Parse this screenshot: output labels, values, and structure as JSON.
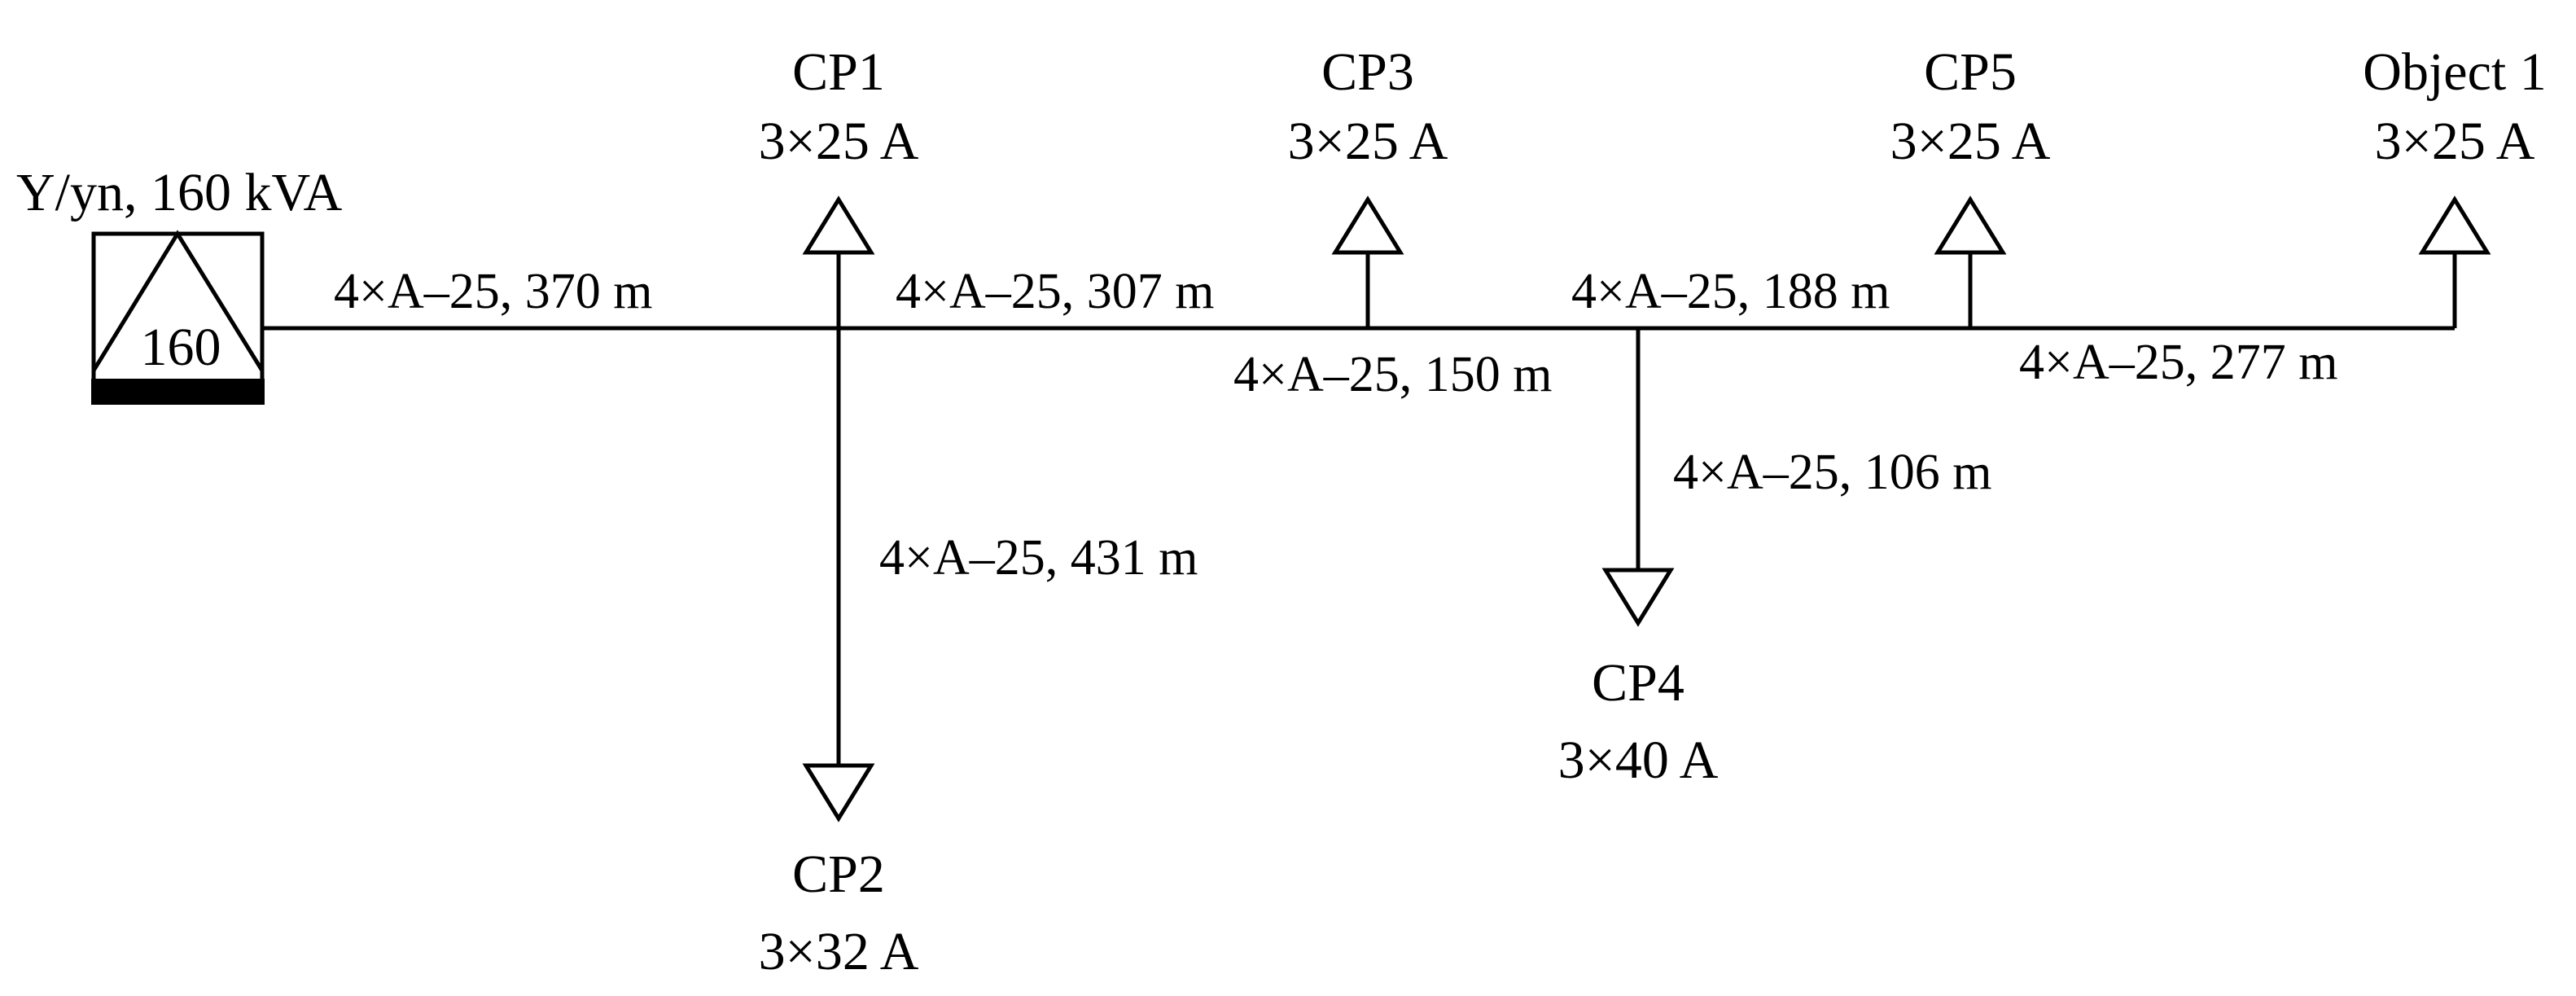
{
  "transformer": {
    "label": "Y/yn, 160 kVA",
    "rating": "160"
  },
  "consumers": {
    "cp1": {
      "name": "CP1",
      "current": "3×25 A"
    },
    "cp2": {
      "name": "CP2",
      "current": "3×32 A"
    },
    "cp3": {
      "name": "CP3",
      "current": "3×25 A"
    },
    "cp4": {
      "name": "CP4",
      "current": "3×40 A"
    },
    "cp5": {
      "name": "CP5",
      "current": "3×25 A"
    },
    "object1": {
      "name": "Object 1",
      "current": "3×25 A"
    }
  },
  "cables": {
    "trafo_cp1": "4×A–25, 370 m",
    "cp1_cp3": "4×A–25, 307 m",
    "cp1_cp2": "4×A–25, 431 m",
    "cp3_junction": "4×A–25, 150 m",
    "junction_cp4": "4×A–25, 106 m",
    "junction_cp5": "4×A–25, 188 m",
    "cp5_object1": "4×A–25, 277 m"
  }
}
